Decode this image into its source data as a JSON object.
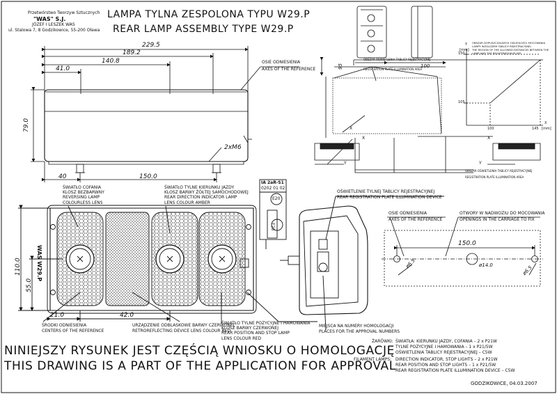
{
  "company": {
    "line1": "Przetwórstwo Tworzyw Sztucznych",
    "line2": "\"WAS\" S.J.",
    "line3": "JÓZEF I LESZEK WAS",
    "line4": "ul. Stalowa 7, 8 Godzikowice, 55-200 Oława"
  },
  "title": {
    "pl": "LAMPA TYLNA ZESPOLONA TYPU W29.P",
    "en": "REAR LAMP ASSEMBLY TYPE W29.P"
  },
  "top_view": {
    "dim_total": "229.5",
    "dim_189": "189.2",
    "dim_140": "140.8",
    "dim_41": "41.0",
    "dim_height": "79.0",
    "dim_40": "40",
    "dim_150": "150.0",
    "screws": "2xM6",
    "axes_pl": "OSIE ODNIESIENIA",
    "axes_en": "AXES OF THE REFERENCE"
  },
  "front_view": {
    "dim_110": "110.0",
    "dim_55": "55.0",
    "dim_21": "21.0",
    "dim_42": "42.0",
    "type_label": "WAS W29.P",
    "reverse_pl": "ŚWIATŁO COFANIA",
    "reverse_pl2": "KLOSZ BEZBARWNY",
    "reverse_en": "REVERSING LAMP",
    "reverse_en2": "COLOURLESS LENS",
    "direction_pl": "ŚWIATŁO TYLNE KIERUNKU JAZDY",
    "direction_pl2": "KLOSZ BARWY ŻÓŁTEJ SAMOCHODOWEJ",
    "direction_en": "REAR DIRECTION INDICATOR LAMP",
    "direction_en2": "LENS COLOUR AMBER",
    "centers_pl": "ŚRODKI ODNIESIENIA",
    "centers_en": "CENTERS OF THE REFERENCE",
    "retro_pl": "URZĄDZENIE ODBLASKOWE BARWY CZERWONEJ",
    "retro_en": "RETROREFLECTING DEVICE LENS COLOUR RED",
    "position_pl": "ŚWIATŁO TYLNE POZYCYJNE I HAMOWANIA",
    "position_pl2": "KLOSZ BARWY CZERWONEJ",
    "position_en": "REAR POSITION AND STOP LAMP",
    "position_en2": "LENS COLOUR RED"
  },
  "homologation": {
    "code_line1": "IA 2aR-S1",
    "code_line2": "0202 01 02",
    "e_mark1": "E20",
    "e_mark2": "E20",
    "places_pl": "MIEJSCA NA NUMERY HOMOLOGACJI",
    "places_en": "PLACES FOR THE APPROVAL NUMBERS"
  },
  "side_view": {
    "plate_pl": "OŚWIETLENIE TYLNEJ TABLICY REJESTRACYJNEJ",
    "plate_en": "REAR REGISTRATION PLATE ILLUMINATION DEVICE"
  },
  "install_view": {
    "axes_pl": "OSIE ODNIESIENIA",
    "axes_en": "AXES OF THE REFERENCE",
    "holes_pl": "OTWORY W NADWOZIU DO MOCOWANIA",
    "holes_en": "OPENINGS IN THE CARRIAGE TO FIX",
    "dim_150": "150.0",
    "dim_d65a": "ø6.5",
    "dim_d14": "ø14.0",
    "dim_d65b": "ø6.5"
  },
  "mount_view": {
    "dim_95": "95",
    "dim_100": "100",
    "note_pl": "OBSZAR OŚWIETLENIA TABLICY REJESTRACYJNEJ",
    "note_en": "REGISTRATION PLATE ILLUMINATION AREA",
    "note_pl2": "OBSZAR OŚWIETLENIA TABLICY REJESTRACYJNEJ",
    "note_en2": "REGISTRATION PLATE ILLUMINATION AREA",
    "x_label": "X",
    "y_label": "Y",
    "x_label2": "X",
    "y_label2": "Y",
    "x_label3": "X"
  },
  "graph": {
    "note_pl": "OBSZAR DOPUSZCZALNYCH ODLEGŁOŚCI MOCOWANIA LAMPY WZGLĘDEM TABLICY REJESTRACYJNEJ",
    "note_en": "THE REGION OF THE ALLOWED DISTANCES BETWEEN THE LAMP AND THE REGISTRATION PLATE",
    "y_unit": "[mm]",
    "x_unit": "[mm]",
    "y_max": "150",
    "y_mid": "105",
    "x_min": "100",
    "x_max": "145",
    "y_axis": "Y",
    "x_axis": "X"
  },
  "footer": {
    "pl": "NINIEJSZY RYSUNEK JEST CZĘŚCIĄ WNIOSKU O HOMOLOGACJĘ",
    "en": "THIS DRAWING IS A PART OF THE APPLICATION FOR APPROVAL",
    "date": "GODZIKOWICE, 04.03.2007"
  },
  "bulbs": {
    "pl_label": "ŻARÓWKI:",
    "pl_1": "ŚWIATŁA: KIERUNKU JAZDY, COFANIA – 2 x P21W",
    "pl_2": "TYLNE POZYCYJNE I HAMOWANIA – 1 x P21/5W",
    "pl_3": "OŚWIETLENIA TABLICY REJESTRACYJNEJ – C5W",
    "en_label": "FILAMENT LAMPS:",
    "en_1": "DIRECTION INDICATOR, STOP LIGHTS – 2 x P21W",
    "en_2": "REAR POSITION AND STOP LIGHTS – 1 x P21/5W",
    "en_3": "REAR REGISTRATION PLATE ILLUMINATION DEVICE – C5W"
  }
}
